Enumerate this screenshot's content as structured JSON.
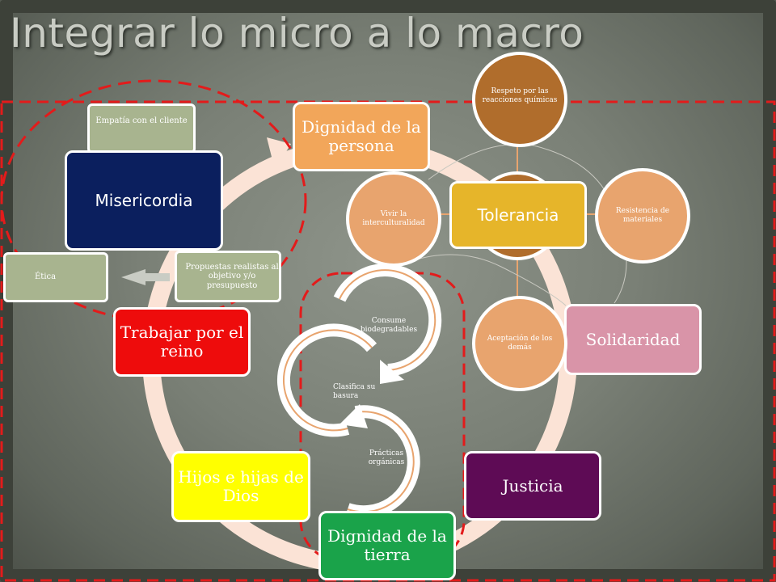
{
  "title": "Integrar lo micro a lo macro",
  "cycle": {
    "dignidad_persona": "Dignidad de la persona",
    "solidaridad": "Solidaridad",
    "justicia": "Justicia",
    "dignidad_tierra": "Dignidad de la tierra",
    "hijos_dios": "Hijos e hijas de Dios",
    "trabajar_reino": "Trabajar por el reino"
  },
  "misericordia_group": {
    "center": "Misericordia",
    "empatia": "Empatía con el cliente",
    "etica": "Ética",
    "propuestas": "Propuestas realistas al objetivo y/o presupuesto"
  },
  "tolerancia_group": {
    "center": "Tolerancia",
    "respeto": "Respeto por las reacciones químicas",
    "resistencia": "Resistencia de materiales",
    "aceptacion": "Aceptación de los demás",
    "interculturalidad": "Vivir la interculturalidad"
  },
  "tierra_group": {
    "consume": "Consume biodegradables",
    "clasifica": "Clasifica su basura",
    "practicas": "Prácticas orgánicas"
  },
  "colors": {
    "dignidad_persona": "#f2a65a",
    "solidaridad": "#d994a8",
    "justicia": "#5e0b55",
    "dignidad_tierra": "#1aa34a",
    "hijos_dios": "#ffff00",
    "trabajar_reino": "#ee0c0c",
    "misericordia": "#0b1f5e",
    "tolerancia": "#e6b52a",
    "orange_circle": "#e8a46e",
    "brown_circle": "#b06d2c",
    "green_box": "#a8b48f",
    "dashed_red": "#e31b1b",
    "ring": "#fbe3d6"
  }
}
